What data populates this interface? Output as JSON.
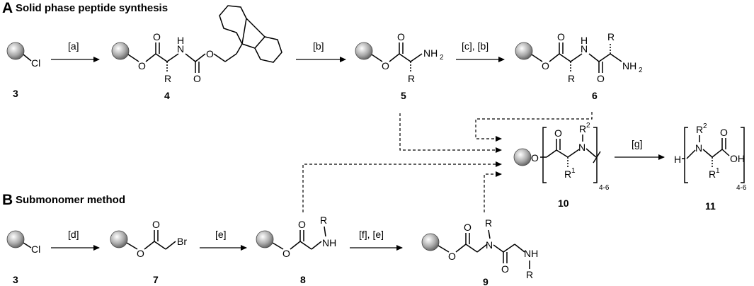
{
  "sections": {
    "a_letter": "A",
    "a_title": "Solid phase peptide synthesis",
    "b_letter": "B",
    "b_title": "Submonomer method"
  },
  "conditions": {
    "a": "[a]",
    "b": "[b]",
    "cb": "[c], [b]",
    "d": "[d]",
    "e": "[e]",
    "fe": "[f], [e]",
    "g": "[g]"
  },
  "compounds": {
    "c3a": "3",
    "c4": "4",
    "c5": "5",
    "c6": "6",
    "c3b": "3",
    "c7": "7",
    "c8": "8",
    "c9": "9",
    "c10": "10",
    "c11": "11"
  },
  "atoms": {
    "O": "O",
    "N": "N",
    "H": "H",
    "NH": "NH",
    "Cl": "Cl",
    "Br": "Br",
    "R": "R",
    "OH": "OH",
    "sub2": "2",
    "sub1": "1",
    "range": "4-6"
  },
  "colors": {
    "resin_fill": "#9a9a9a",
    "line": "#000000"
  }
}
